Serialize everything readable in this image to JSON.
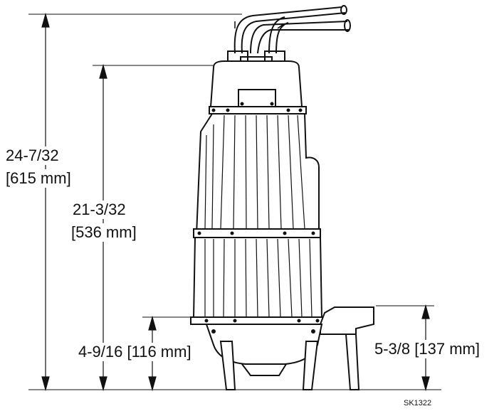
{
  "dimensions": {
    "overall_height": {
      "fraction": "24-7/32",
      "metric": "[615 mm]"
    },
    "body_height": {
      "fraction": "21-3/32",
      "metric": "[536 mm]"
    },
    "inlet_height": {
      "label": "4-9/16 [116 mm]"
    },
    "discharge_height": {
      "label": "5-3/8 [137 mm]"
    }
  },
  "drawing_code": "SK1322",
  "colors": {
    "ink": "#111111",
    "paper": "#ffffff"
  }
}
